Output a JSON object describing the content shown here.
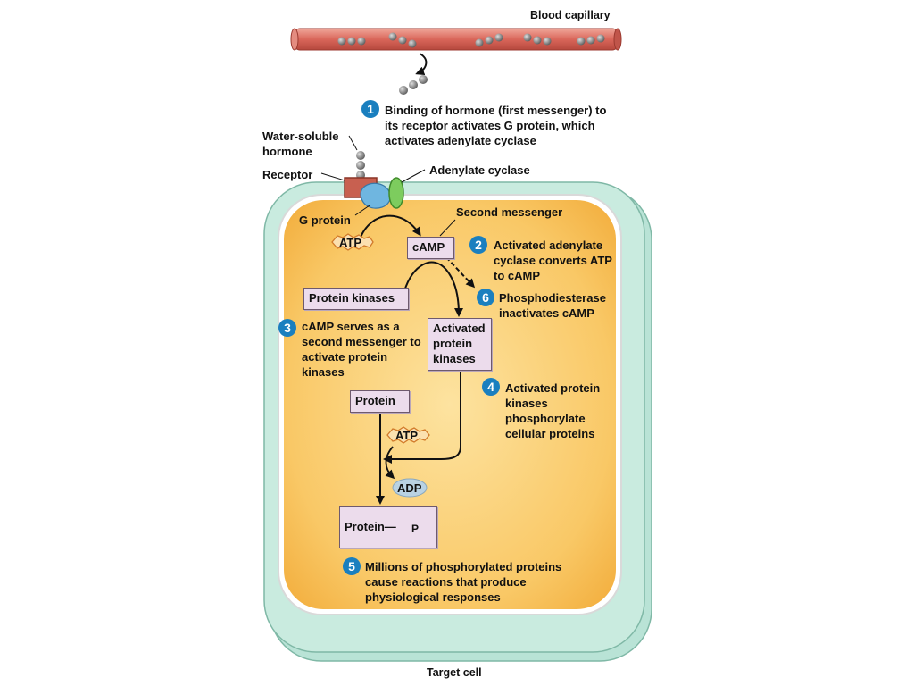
{
  "labels": {
    "blood_capillary": "Blood capillary",
    "water_soluble_hormone": "Water-soluble hormone",
    "receptor": "Receptor",
    "adenylate_cyclase": "Adenylate cyclase",
    "g_protein": "G protein",
    "second_messenger": "Second messenger",
    "target_cell": "Target cell"
  },
  "molecules": {
    "atp_1": "ATP",
    "camp": "cAMP",
    "protein_kinases": "Protein kinases",
    "activated_protein_kinases": "Activated protein kinases",
    "protein": "Protein",
    "atp_2": "ATP",
    "adp": "ADP",
    "protein_p": "Protein—",
    "phosphate": "P"
  },
  "steps": [
    {
      "number": "1",
      "text": "Binding of hormone (first messenger) to its receptor activates G protein, which activates adenylate cyclase"
    },
    {
      "number": "2",
      "text": "Activated adenylate cyclase converts ATP to cAMP"
    },
    {
      "number": "3",
      "text": "cAMP serves as a second messenger to activate protein kinases"
    },
    {
      "number": "4",
      "text": "Activated protein kinases phosphorylate cellular proteins"
    },
    {
      "number": "5",
      "text": "Millions of phosphorylated proteins cause reactions that produce physiological responses"
    },
    {
      "number": "6",
      "text": "Phosphodiesterase inactivates cAMP"
    }
  ],
  "colors": {
    "capillary": "#d9665a",
    "cell_outer": "#b9e3d6",
    "cell_inner": "#f7bf52",
    "box_fill": "#ecdcec",
    "step_badge": "#1a7fbf",
    "atp_fill": "#fbe0b0",
    "adp_fill": "#b9d2e3"
  }
}
